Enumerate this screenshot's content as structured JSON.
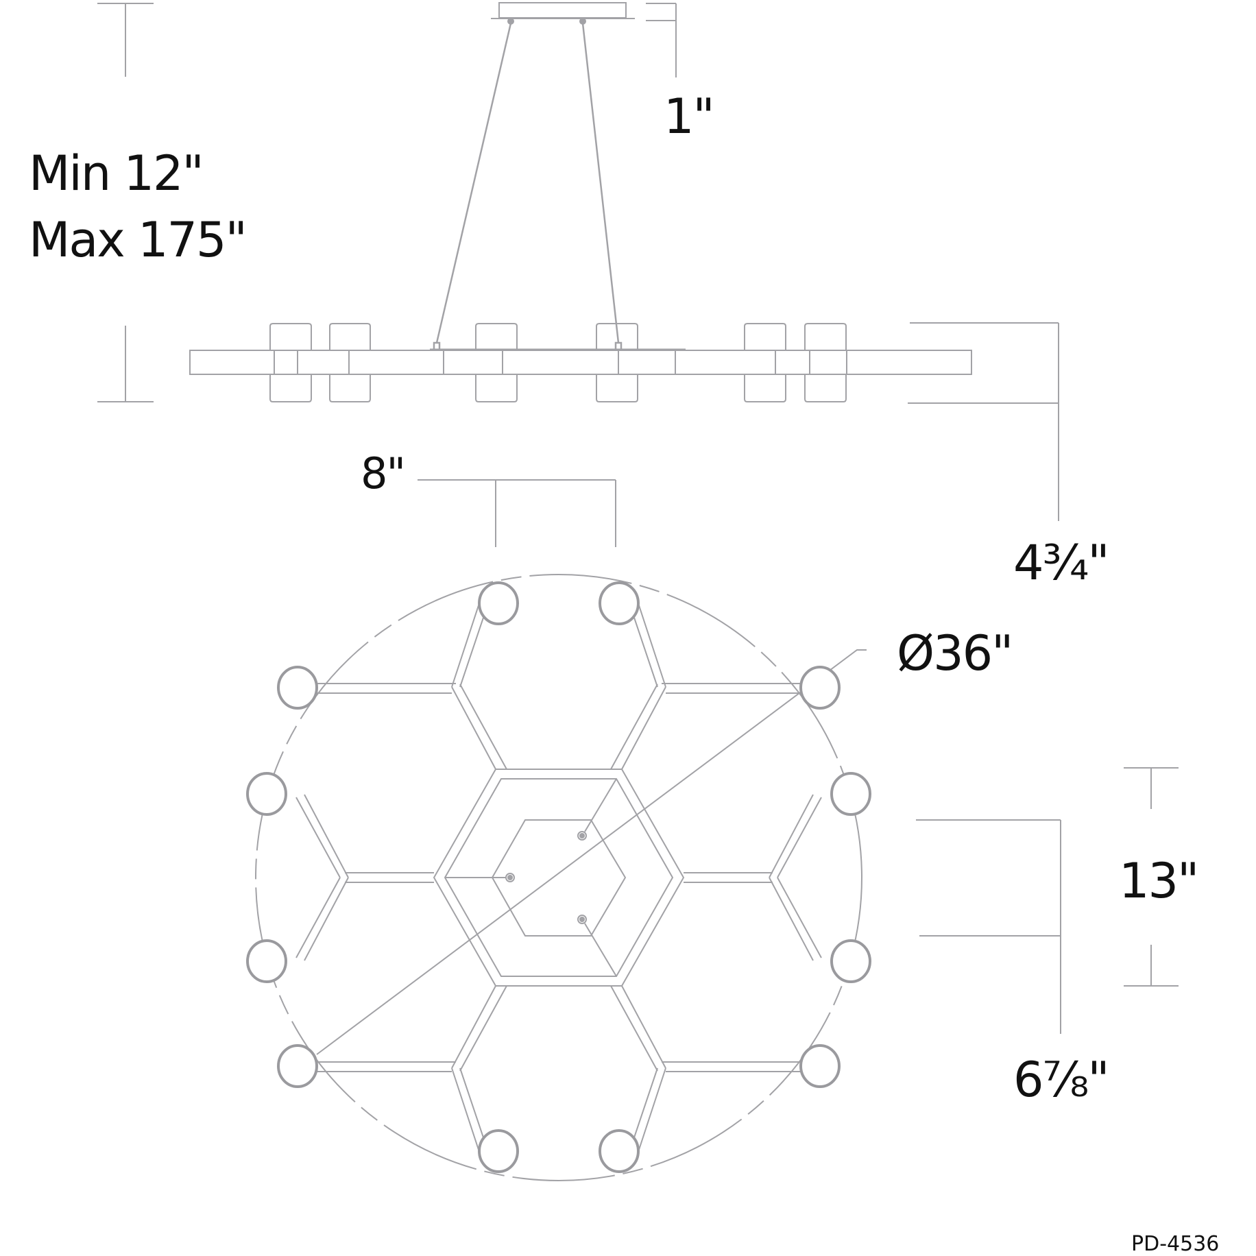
{
  "title": "Pendant fixture dimension drawing",
  "colors": {
    "line": "#9a9a9e",
    "text": "#111111",
    "background": "#ffffff"
  },
  "elevation_view": {
    "drop_dimension": {
      "line1": "Min 12\"",
      "line2": "Max 175\""
    },
    "canopy_height": "1\"",
    "fixture_height": "4¾\""
  },
  "plan_view": {
    "globe_spacing": "8\"",
    "diameter": "Ø36\"",
    "inner_hex_span": "13\"",
    "hex_cell_offset": "6⅞\"",
    "globe_count": 12
  },
  "footer": {
    "model_number": "PD-4536"
  }
}
